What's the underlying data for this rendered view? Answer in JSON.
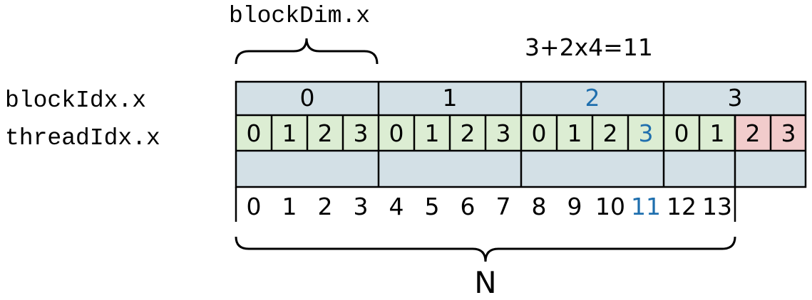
{
  "labels": {
    "block_dim": "blockDim.x",
    "formula": "3+2x4=11",
    "block_idx": "blockIdx.x",
    "thread_idx": "threadIdx.x",
    "n": "N"
  },
  "blocks": [
    "0",
    "1",
    "2",
    "3"
  ],
  "highlight_block_index": 2,
  "threads": [
    "0",
    "1",
    "2",
    "3",
    "0",
    "1",
    "2",
    "3",
    "0",
    "1",
    "2",
    "3",
    "0",
    "1",
    "2",
    "3"
  ],
  "highlight_thread_index": 11,
  "out_of_range_from_index": 14,
  "global_indices": [
    "0",
    "1",
    "2",
    "3",
    "4",
    "5",
    "6",
    "7",
    "8",
    "9",
    "10",
    "11",
    "12",
    "13"
  ],
  "highlight_global_index": 11,
  "colors": {
    "block_fill": "#d3e0e6",
    "thread_fill": "#dcedd3",
    "out_of_range_fill": "#f2cccc",
    "highlight_text": "#1f6fae",
    "stroke": "#000000",
    "text": "#000000"
  }
}
